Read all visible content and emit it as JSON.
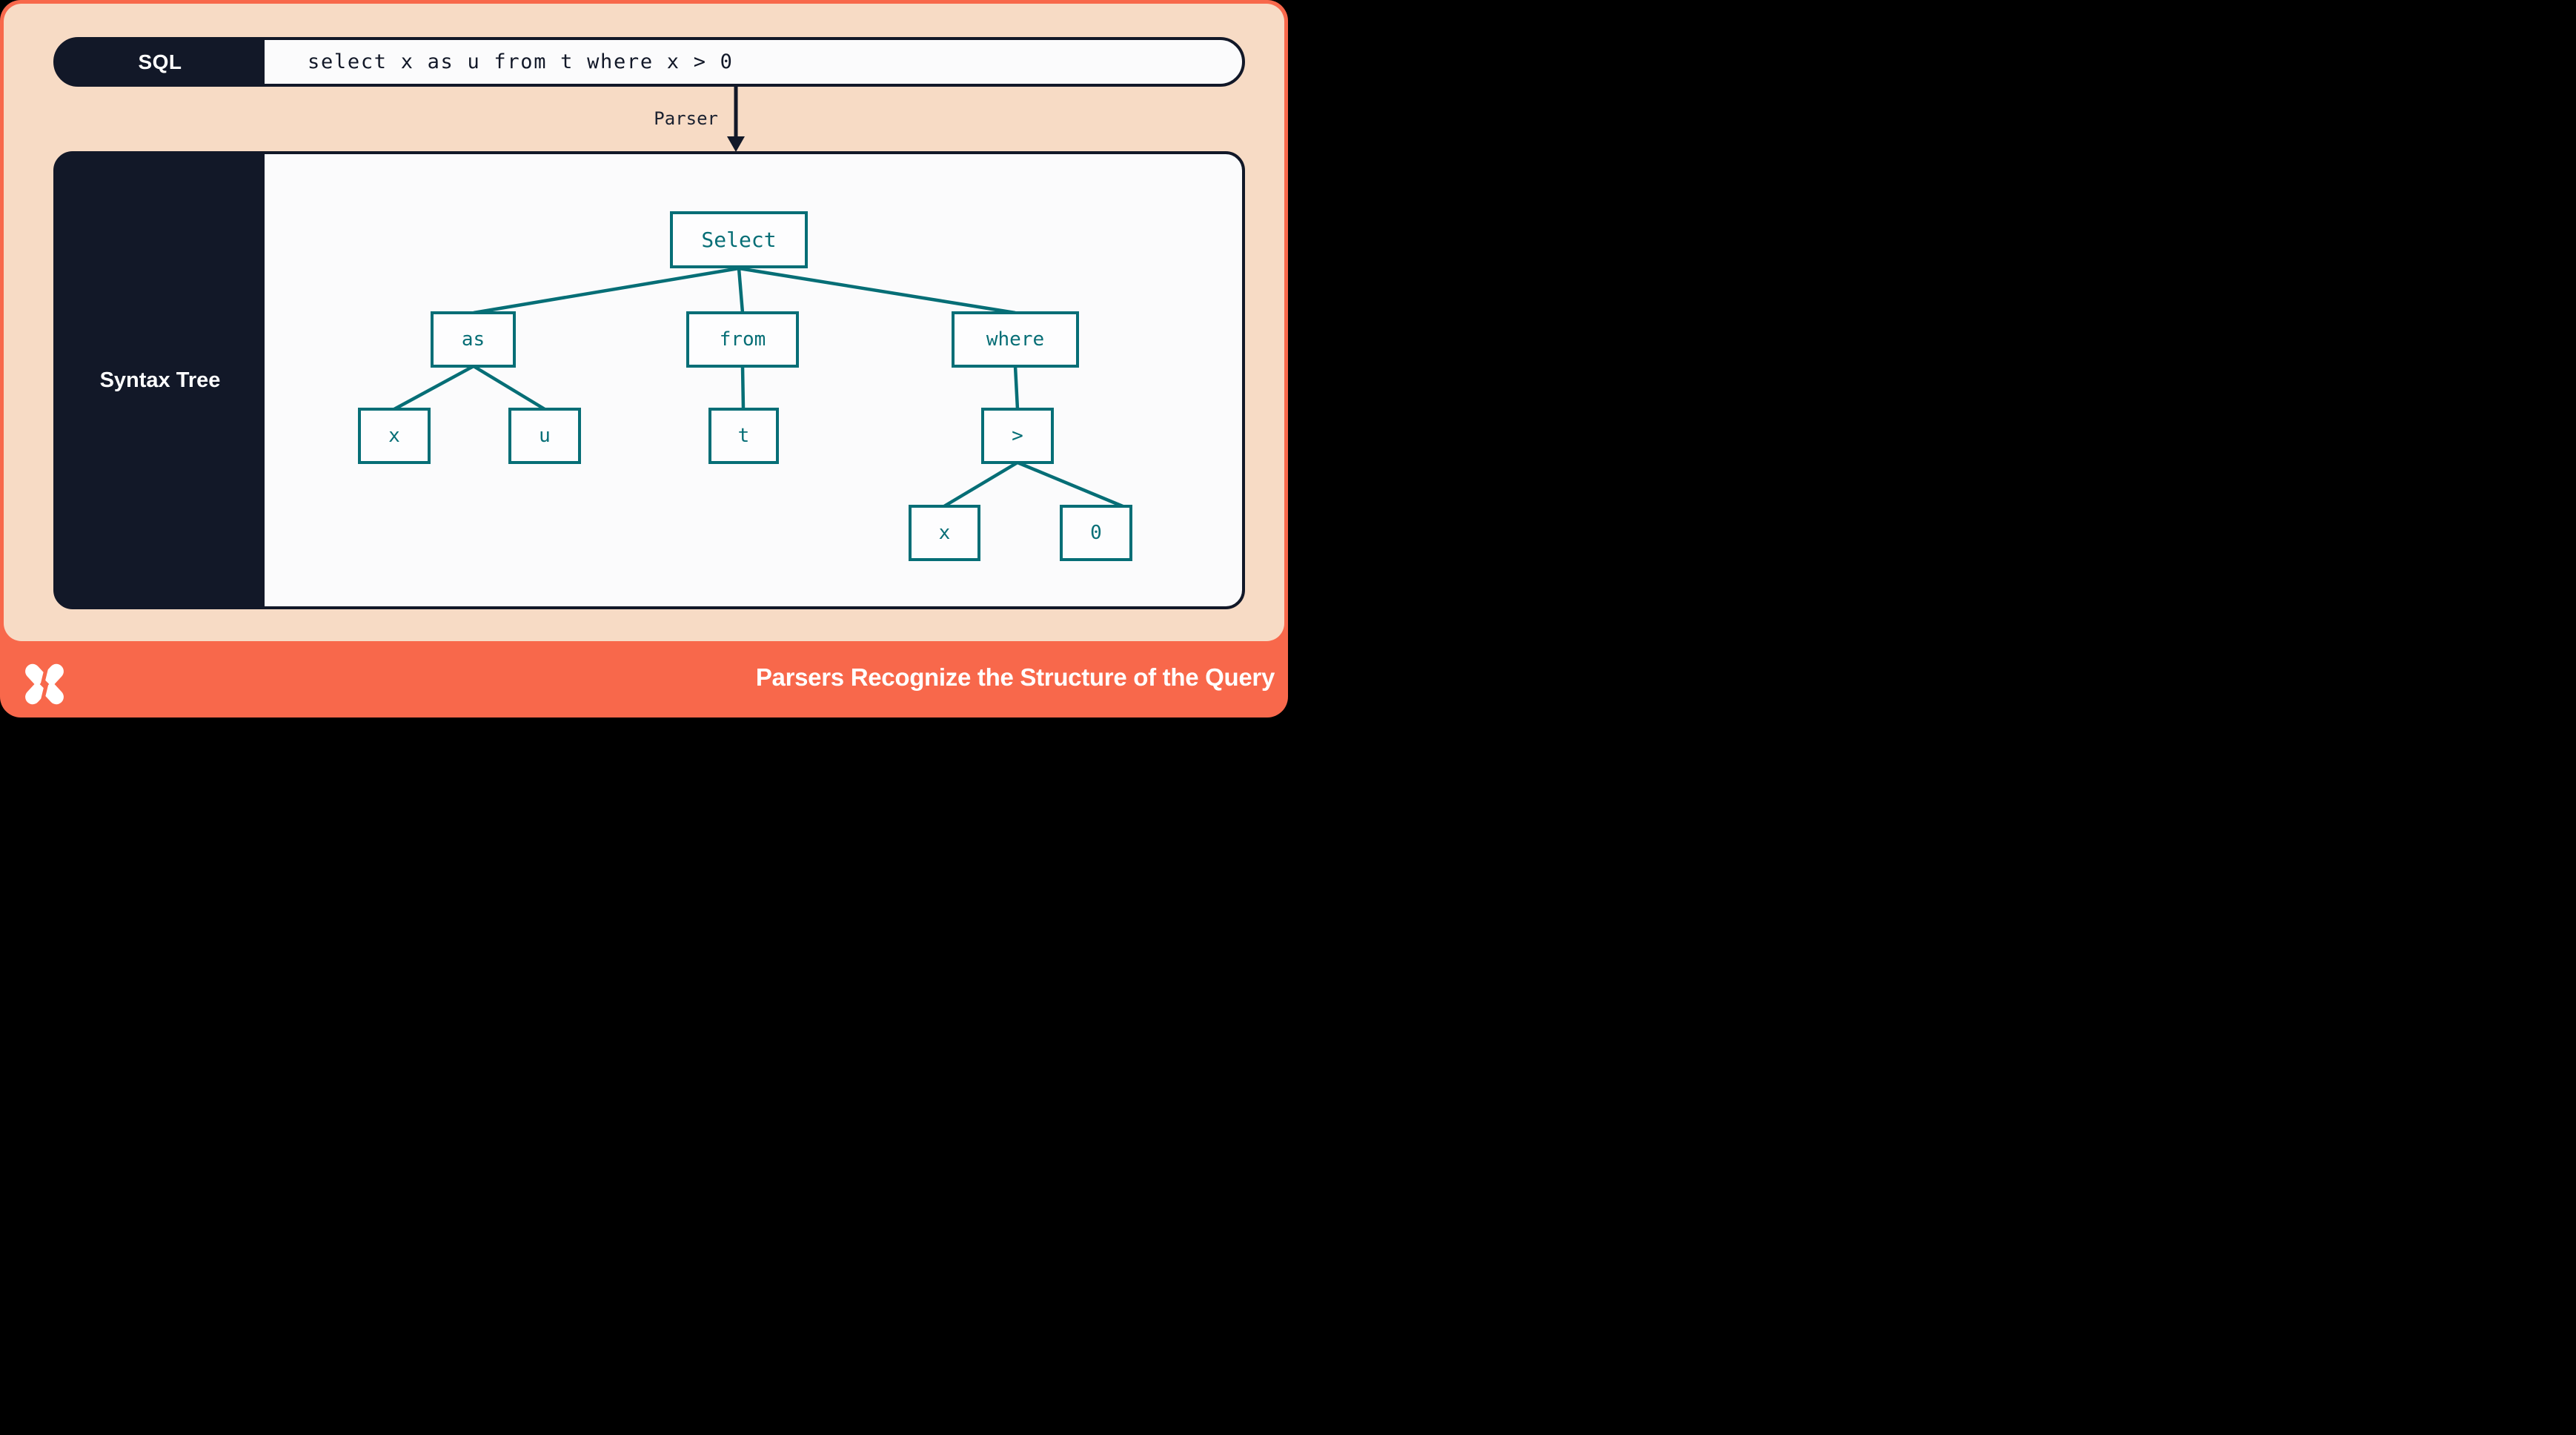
{
  "slide": {
    "sql_bar": {
      "label": "SQL",
      "query": "select x as u from t where x > 0"
    },
    "parser_arrow": {
      "label": "Parser"
    },
    "syntax_tree_panel": {
      "label": "Syntax Tree",
      "tree": {
        "nodes": {
          "root": "Select",
          "as": "as",
          "from": "from",
          "where": "where",
          "as_x": "x",
          "as_u": "u",
          "from_t": "t",
          "where_gt": ">",
          "gt_x": "x",
          "gt_zero": "0"
        },
        "edges": [
          [
            "Select",
            "as"
          ],
          [
            "Select",
            "from"
          ],
          [
            "Select",
            "where"
          ],
          [
            "as",
            "x"
          ],
          [
            "as",
            "u"
          ],
          [
            "from",
            "t"
          ],
          [
            "where",
            ">"
          ],
          [
            ">",
            "x"
          ],
          [
            ">",
            "0"
          ]
        ]
      }
    },
    "footer": {
      "title": "Parsers Recognize the Structure of the Query"
    },
    "colors": {
      "accent_orange": "#f8684b",
      "peach": "#f7dbc5",
      "navy": "#121828",
      "teal": "#066e76",
      "paper": "#fbfbfc"
    }
  }
}
